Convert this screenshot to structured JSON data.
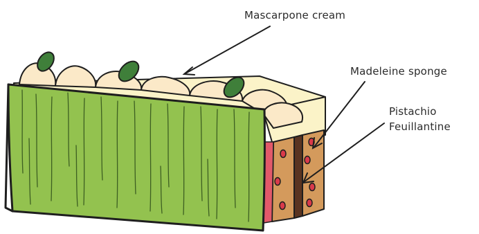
{
  "labels": {
    "mascarpone": "Mascarpone cream",
    "madeleine": "Madeleine sponge",
    "pistachio_line1": "Pistachio",
    "pistachio_line2": "Feuillantine"
  },
  "colors": {
    "green_side": "#93c24f",
    "cream": "#fbe9c8",
    "cream_top": "#fbf3c8",
    "sponge": "#d49a5c",
    "feuillantine": "#5a3421",
    "raspberry": "#d93a4a",
    "pistachio_leaf": "#3f7f3a",
    "ink": "#1e1e1e"
  }
}
